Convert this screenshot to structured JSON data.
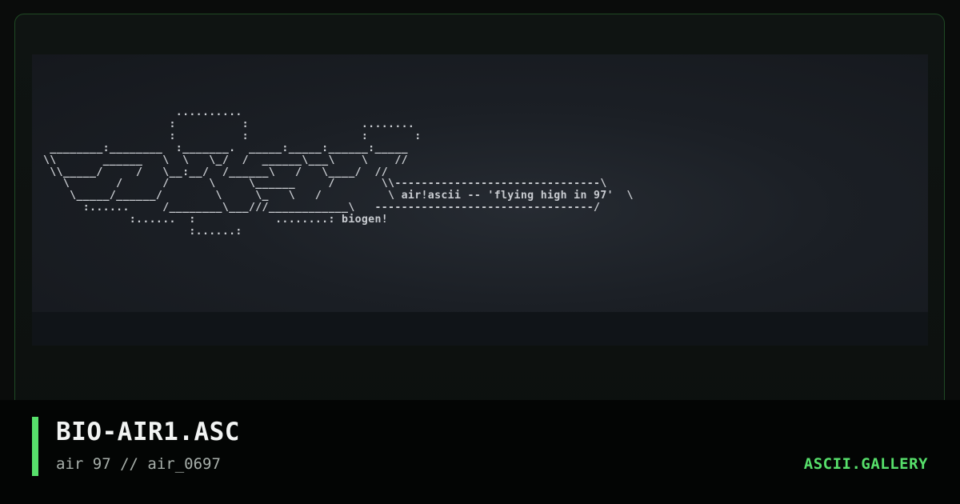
{
  "artwork": {
    "ascii": "                    ..........\n                   :          :                 ........\n                   :          :                 :       :\n ________:________  :_______.  _____:_____:______:_____\n\\\\       ______   \\  \\   \\_/  /  ______\\___\\    \\    //\n \\\\_____/     /   \\__:__/  /______\\   /   \\____/  //\n   \\       /      /      \\     \\______     /       \\\\-------------------------------\\\n    \\_____/______/        \\     \\_   \\   /          \\ air!ascii -- 'flying high in 97'  \\\n      :......     /________\\___///____________\\   ---------------------------------/\n             :......  :            ........: biogen!\n                      :......:"
  },
  "caption": {
    "title": "BIO-AIR1.ASC",
    "subtitle": "air 97 // air_0697",
    "brand": "ASCII.GALLERY"
  },
  "colors": {
    "accent": "#57e06b",
    "background": "#0a0c0b",
    "art_panel": "#1b1f25",
    "art_text": "#c9ccd1"
  }
}
